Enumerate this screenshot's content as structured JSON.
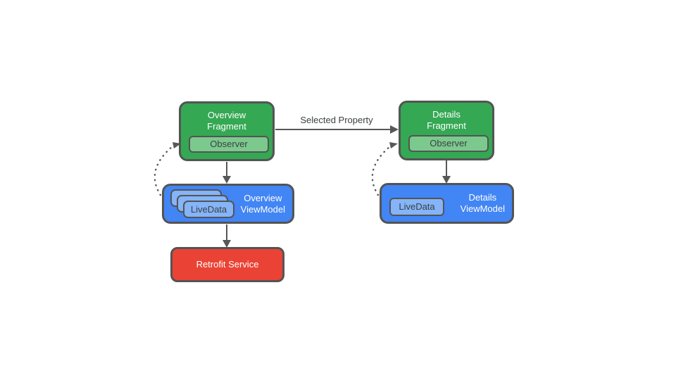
{
  "colors": {
    "green": "#34A853",
    "green_light": "#7CC98E",
    "blue": "#4285F4",
    "blue_light": "#85B4F8",
    "red": "#EA4335",
    "border": "#545454",
    "arrow": "#575757",
    "text_light": "#FFFFFF",
    "text_dark": "#3C4043",
    "background": "#FFFFFF"
  },
  "nodes": {
    "overview_fragment": {
      "lines": [
        "Overview",
        "Fragment"
      ],
      "badge": "Observer"
    },
    "details_fragment": {
      "lines": [
        "Details",
        "Fragment"
      ],
      "badge": "Observer"
    },
    "overview_viewmodel": {
      "lines": [
        "Overview",
        "ViewModel"
      ],
      "badge": "LiveData"
    },
    "details_viewmodel": {
      "lines": [
        "Details",
        "ViewModel"
      ],
      "badge": "LiveData"
    },
    "retrofit_service": {
      "label": "Retrofit Service"
    }
  },
  "edges": {
    "selected_property_label": "Selected Property"
  }
}
